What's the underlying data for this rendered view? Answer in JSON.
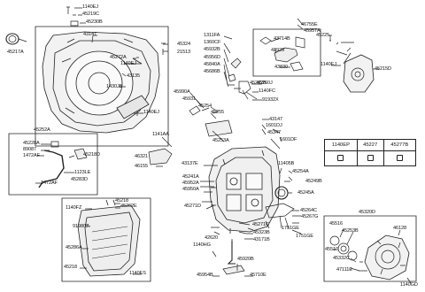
{
  "diagram": {
    "labels": {
      "l_1140EJ_a": "1140EJ",
      "l_45219C": "45219C",
      "l_45230B": "45230B",
      "l_45217A": "45217A",
      "l_43147_a": "43147",
      "l_45272A": "45272A",
      "l_1140EJ_b": "1140EJ",
      "l_43135": "43135",
      "l_1430JB": "1430JB",
      "l_1140EJ_c": "1140EJ",
      "l_45324": "45324",
      "l_21513": "21513",
      "l_1311FA": "1311FA",
      "l_1360CF": "1360CF",
      "l_45932B": "45932B",
      "l_45956D": "45956D",
      "l_45840A": "45840A",
      "l_45686B": "45686B",
      "l_45990A": "45990A",
      "l_45931": "45931",
      "l_45254": "45254",
      "l_45255": "45255",
      "l_45262B": "45262B",
      "l_45260J": "45260J",
      "l_1140FC": "1140FC",
      "l_91932X": "91932X",
      "l_46755E": "46755E",
      "l_45957A": "45957A",
      "l_43714B": "43714B",
      "l_43929": "43929",
      "l_43830": "43830",
      "l_45225": "45225",
      "l_1140EJ_d": "1140EJ",
      "l_45215D": "45215D",
      "l_45252A": "45252A",
      "l_45228A": "45228A",
      "l_89087": "89087",
      "l_1472AF_a": "1472AF",
      "l_45218D": "45218D",
      "l_1123LE": "1123LE",
      "l_1472AF_b": "1472AF",
      "l_45283D": "45283D",
      "l_1141AA": "1141AA",
      "l_46321": "46321",
      "l_46155": "46155",
      "l_45253A": "45253A",
      "l_43137E": "43137E",
      "l_43147_b": "43147",
      "l_1601DJ": "1601DJ",
      "l_45347": "45347",
      "l_1601DF": "1601DF",
      "l_11405B": "11405B",
      "l_45254A": "45254A",
      "l_45249B": "45249B",
      "l_45245A": "45245A",
      "l_45241A": "45241A",
      "l_45952A": "45952A",
      "l_45950A": "45950A",
      "l_45271D": "45271D",
      "l_42620": "42620",
      "l_1140HG": "1140HG",
      "l_45271C": "45271C",
      "l_45323B": "45323B",
      "l_43171B": "43171B",
      "l_45920B": "45920B",
      "l_45264C": "45264C",
      "l_45267G": "45267G",
      "l_1751GE_a": "1751GE",
      "l_1751GE_b": "1751GE",
      "l_1140FZ": "1140FZ",
      "l_91980Z": "91980Z",
      "l_45218_a": "45218",
      "l_45262E": "45262E",
      "l_45286A": "45286A",
      "l_45218_b": "45218",
      "l_1140ES": "1140ES",
      "l_45954B": "45954B",
      "l_45710E": "45710E",
      "l_45320D": "45320D",
      "l_45516": "45516",
      "l_45253B": "45253B",
      "l_45510": "45510",
      "l_45332C": "45332C",
      "l_47111E": "47111E",
      "l_46128": "46128",
      "l_1140GD": "1140GD"
    },
    "parts_table": {
      "headers": [
        "1140EP",
        "45227",
        "45277B"
      ]
    }
  }
}
